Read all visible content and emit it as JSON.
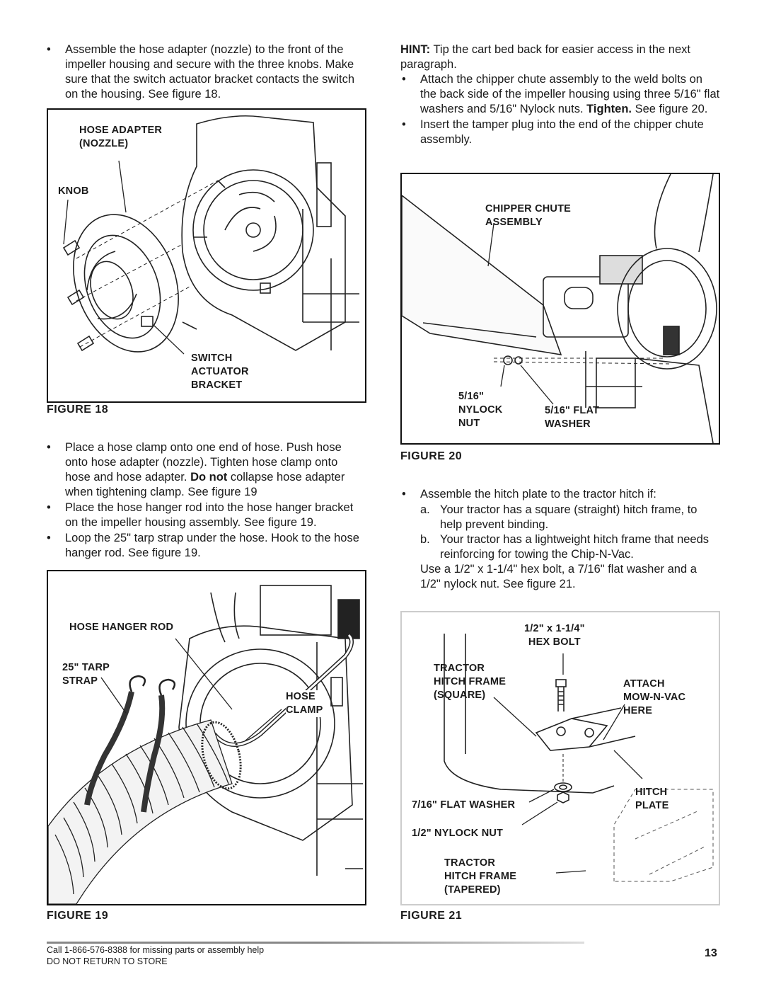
{
  "left_top": {
    "bullets": [
      "Assemble the hose adapter (nozzle) to the front of the impeller housing and secure with the three knobs. Make sure that the switch actuator bracket contacts the switch on the housing. See figure 18."
    ]
  },
  "fig18": {
    "labels": {
      "hose_adapter": "HOSE ADAPTER\n(NOZZLE)",
      "knob": "KNOB",
      "switch": "SWITCH\nACTUATOR\nBRACKET"
    },
    "caption": "FIGURE 18"
  },
  "left_mid": {
    "b1_pre": "Place a hose clamp onto one end of hose. Push hose onto hose adapter (nozzle). Tighten hose clamp onto hose and hose adapter. ",
    "b1_bold": "Do not",
    "b1_post": " collapse hose adapter when tightening clamp. See figure 19",
    "b2": "Place the hose hanger rod into the hose hanger bracket on the impeller housing assembly.  See figure 19.",
    "b3": "Loop the 25\" tarp strap under the hose. Hook to the hose hanger rod.  See figure 19."
  },
  "fig19": {
    "labels": {
      "rod": "HOSE HANGER ROD",
      "tarp": "25\" TARP\nSTRAP",
      "clamp": "HOSE\nCLAMP"
    },
    "caption": "FIGURE 19"
  },
  "right_top": {
    "hint_bold": "HINT:",
    "hint_text": " Tip the cart bed back for easier access in the next paragraph.",
    "b1_pre": "Attach the chipper chute assembly to the weld bolts on the back side of the impeller housing using three 5/16\" flat washers and 5/16\" Nylock nuts. ",
    "b1_bold": "Tighten.",
    "b1_post": " See figure 20.",
    "b2": "Insert the tamper plug into the end of the chipper chute assembly."
  },
  "fig20": {
    "labels": {
      "chute": "CHIPPER CHUTE\nASSEMBLY",
      "nut": "5/16\"\nNYLOCK\nNUT",
      "washer": "5/16\" FLAT\nWASHER"
    },
    "caption": "FIGURE 20"
  },
  "right_mid": {
    "b1": "Assemble the hitch plate to the tractor hitch if:",
    "a_key": "a.",
    "a_text": "Your tractor has a square (straight) hitch frame, to help prevent binding.",
    "b_key": "b.",
    "b_text": "Your tractor has a lightweight hitch frame that needs reinforcing for towing the Chip-N-Vac.",
    "use_text": "Use a 1/2\" x 1-1/4\" hex bolt, a 7/16\" flat washer and a 1/2\" nylock nut. See figure 21."
  },
  "fig21": {
    "labels": {
      "bolt": "1/2\" x 1-1/4\"\nHEX BOLT",
      "frame_sq": "TRACTOR\nHITCH FRAME\n(SQUARE)",
      "attach": "ATTACH\nMOW-N-VAC\nHERE",
      "washer": "7/16\" FLAT WASHER",
      "plate": "HITCH\nPLATE",
      "nut": "1/2\" NYLOCK NUT",
      "frame_tp": "TRACTOR\nHITCH FRAME\n(TAPERED)"
    },
    "caption": "FIGURE 21"
  },
  "footer": {
    "call": "Call 1-866-576-8388 for missing parts or assembly help",
    "store": "DO NOT RETURN TO STORE",
    "page": "13"
  }
}
